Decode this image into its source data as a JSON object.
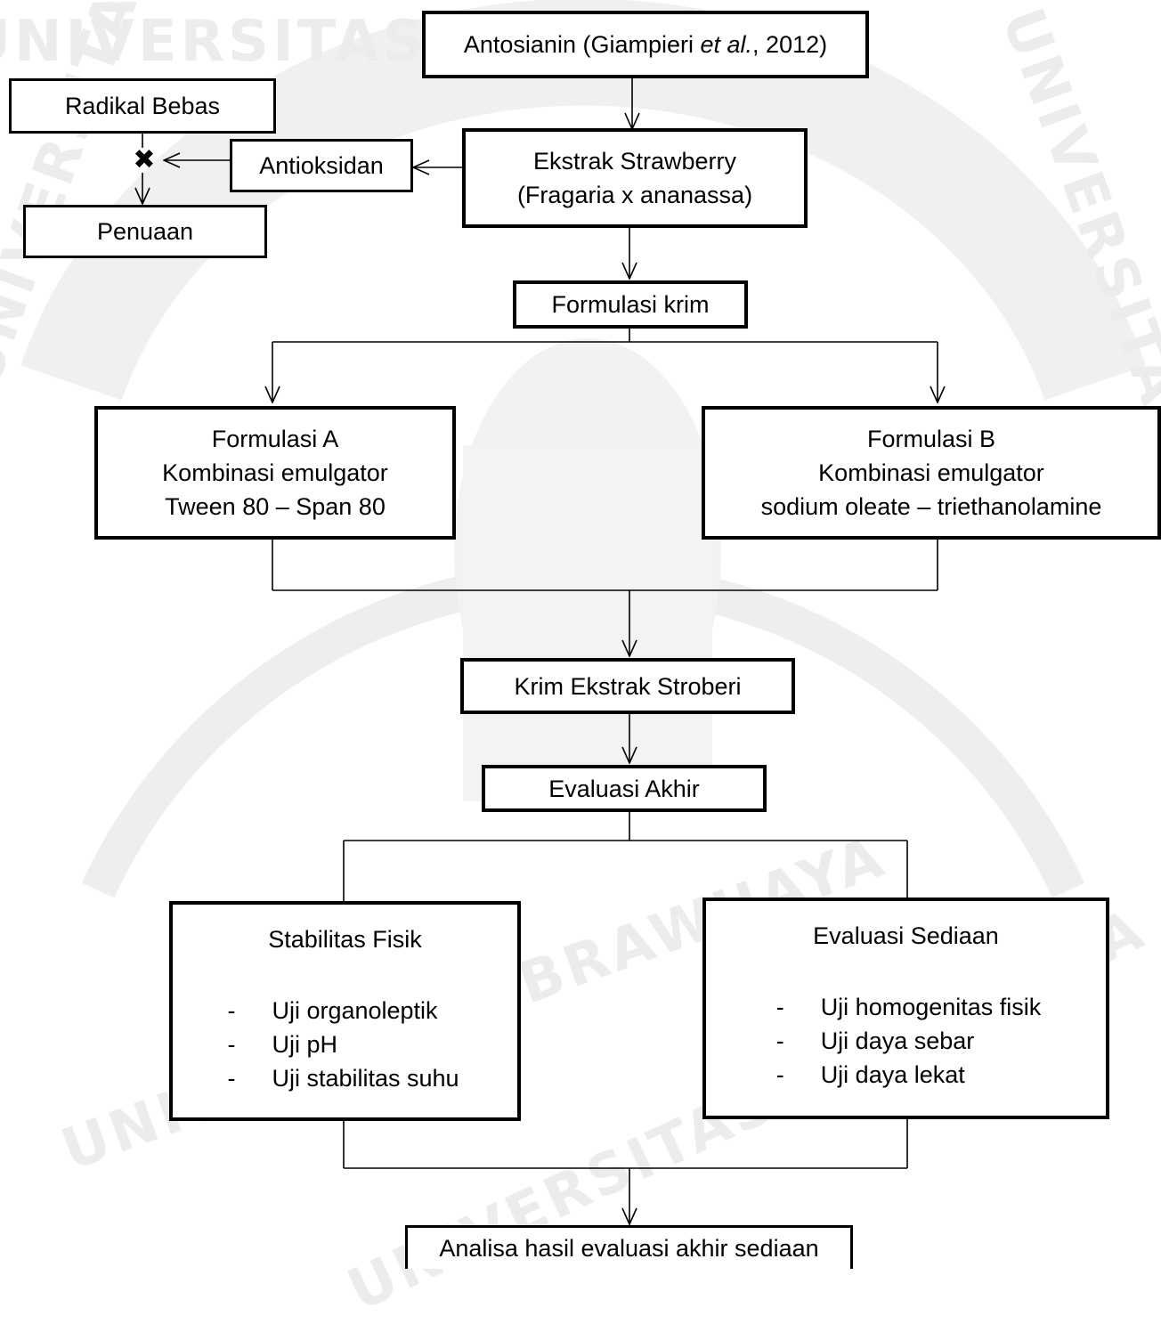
{
  "diagram": {
    "watermark_text": "UNIVERSITAS BRAWIJAYA",
    "nodes": {
      "antosianin": {
        "prefix": "Antosianin (Giampieri ",
        "italic": "et al.",
        "suffix": ", 2012)"
      },
      "radikal_bebas": "Radikal Bebas",
      "antioksidan": "Antioksidan",
      "penuaan": "Penuaan",
      "ekstrak": [
        "Ekstrak Strawberry",
        "(Fragaria x ananassa)"
      ],
      "formulasi_krim": "Formulasi krim",
      "formulasi_a": [
        "Formulasi A",
        "Kombinasi emulgator",
        "Tween 80 – Span 80"
      ],
      "formulasi_b": [
        "Formulasi B",
        "Kombinasi emulgator",
        "sodium oleate – triethanolamine"
      ],
      "krim_ekstrak": "Krim Ekstrak Stroberi",
      "evaluasi_akhir": "Evaluasi Akhir",
      "stabilitas_fisik": {
        "title": "Stabilitas Fisik",
        "bullet": "-",
        "items": [
          "Uji organoleptik",
          "Uji pH",
          "Uji stabilitas suhu"
        ]
      },
      "evaluasi_sediaan": {
        "title": "Evaluasi Sediaan",
        "bullet": "-",
        "items": [
          "Uji homogenitas fisik",
          "Uji daya sebar",
          "Uji daya lekat"
        ]
      },
      "analisa": "Analisa hasil evaluasi akhir sediaan"
    },
    "inhibit_symbol": "✖"
  }
}
